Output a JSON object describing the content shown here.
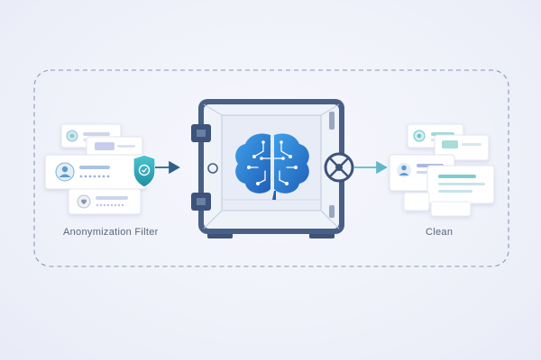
{
  "diagram": {
    "left_label": "Anonymization Filter",
    "right_label": "Clean",
    "nodes": [
      {
        "id": "input-records",
        "description_icon": "stacked-data-cards"
      },
      {
        "id": "privacy-shield",
        "icon": "shield-icon"
      },
      {
        "id": "model-vault",
        "icon": "vault-icon"
      },
      {
        "id": "ai-brain",
        "icon": "brain-circuit-icon"
      },
      {
        "id": "output-records",
        "description_icon": "stacked-data-cards"
      }
    ],
    "edges": [
      {
        "from": "input-records",
        "to": "model-vault"
      },
      {
        "from": "model-vault",
        "to": "output-records"
      }
    ],
    "colors": {
      "accent": "#2f7fcf",
      "teal": "#2bb3b8",
      "vault_frame": "#4a5f86",
      "boundary": "#8a96b6"
    }
  }
}
